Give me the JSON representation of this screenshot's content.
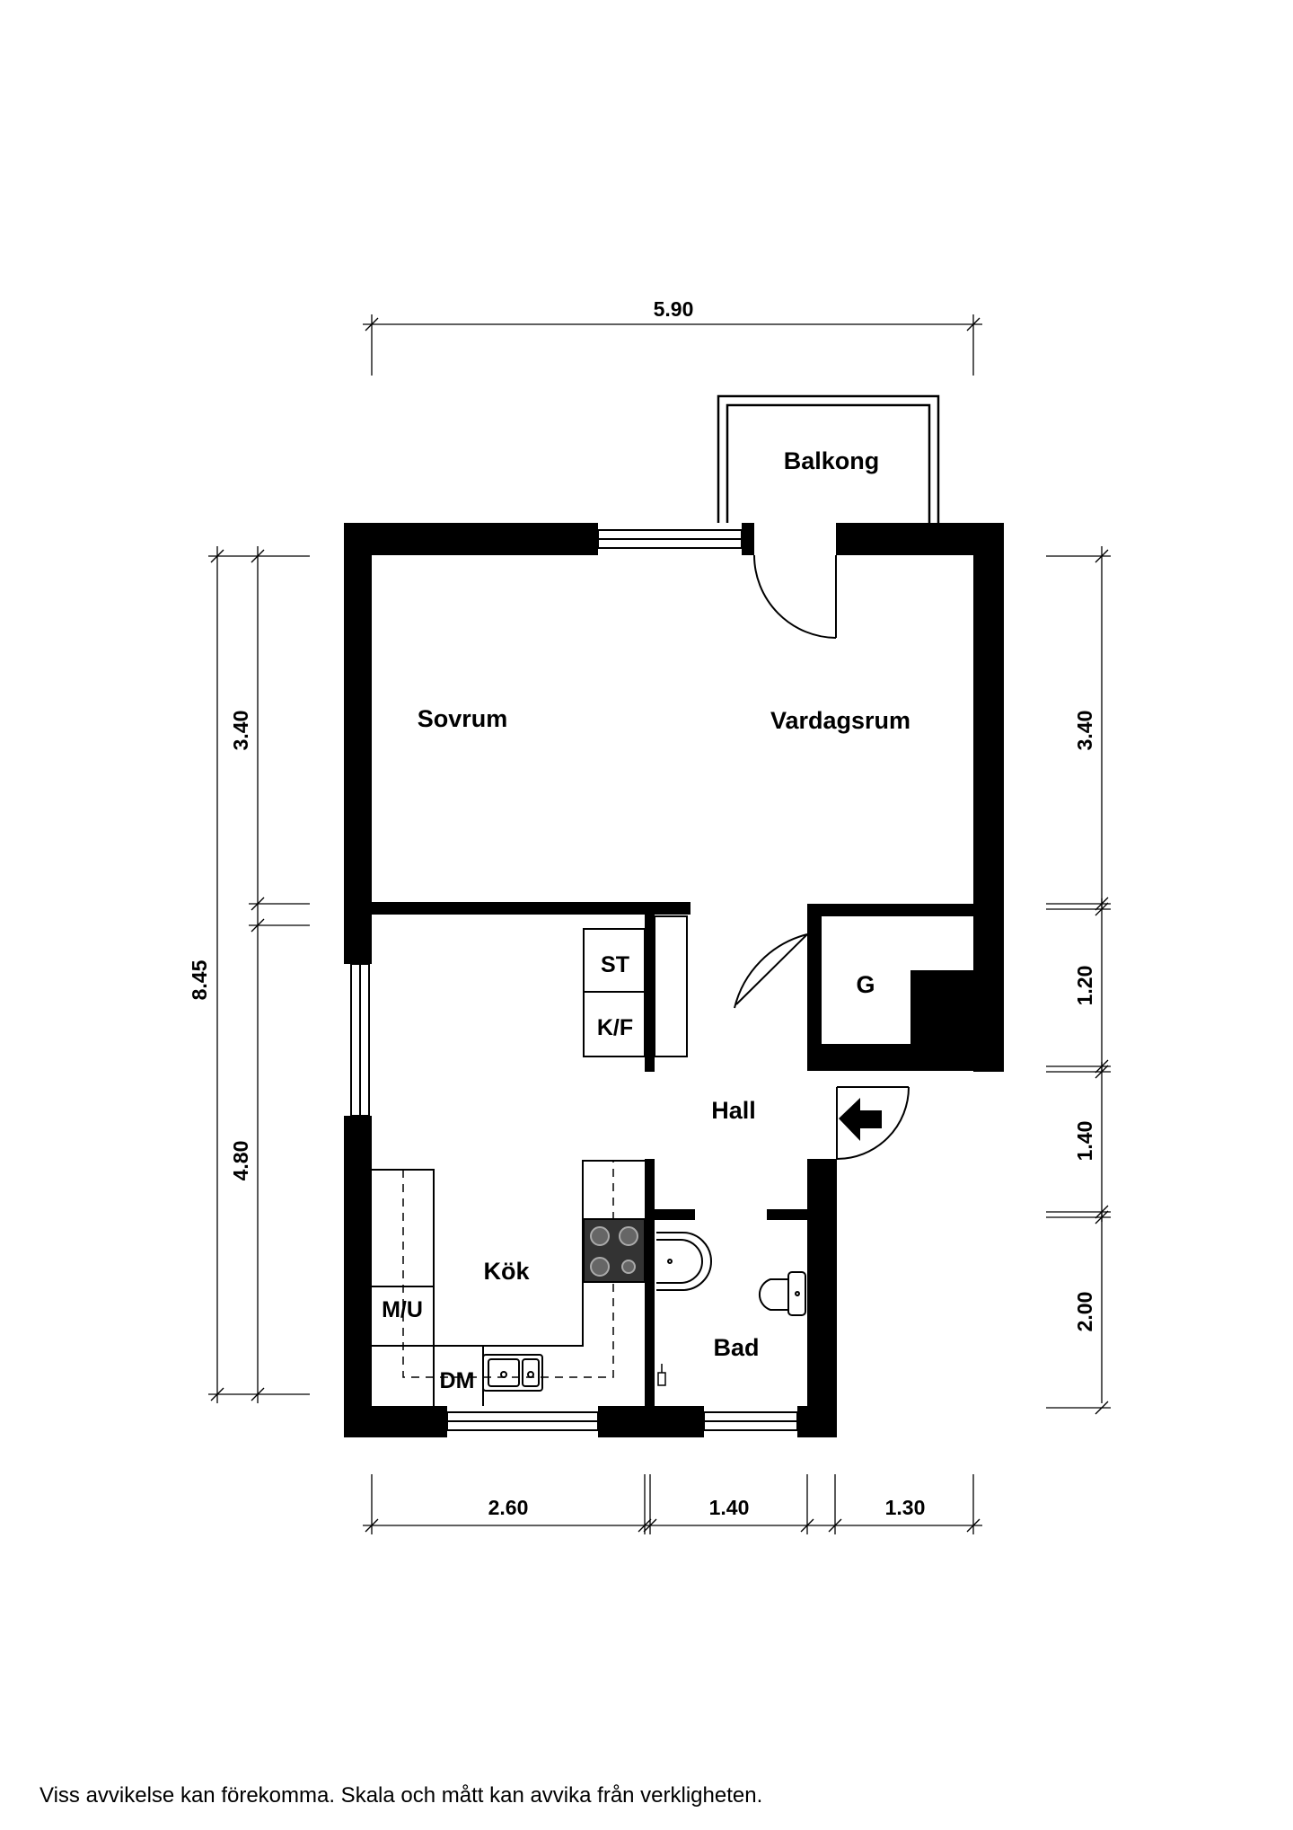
{
  "rooms": {
    "balkong": "Balkong",
    "sovrum": "Sovrum",
    "vardagsrum": "Vardagsrum",
    "g": "G",
    "hall": "Hall",
    "kok": "Kök",
    "bad": "Bad"
  },
  "fixtures": {
    "st": "ST",
    "kf": "K/F",
    "mu": "M/U",
    "dm": "DM"
  },
  "dimensions": {
    "top_total": "5.90",
    "left_total": "8.45",
    "left_upper": "3.40",
    "left_lower": "4.80",
    "right_1": "3.40",
    "right_2": "1.20",
    "right_3": "1.40",
    "right_4": "2.00",
    "bottom_1": "2.60",
    "bottom_2": "1.40",
    "bottom_3": "1.30"
  },
  "disclaimer": "Viss avvikelse kan förekomma. Skala och mått kan avvika från verkligheten."
}
